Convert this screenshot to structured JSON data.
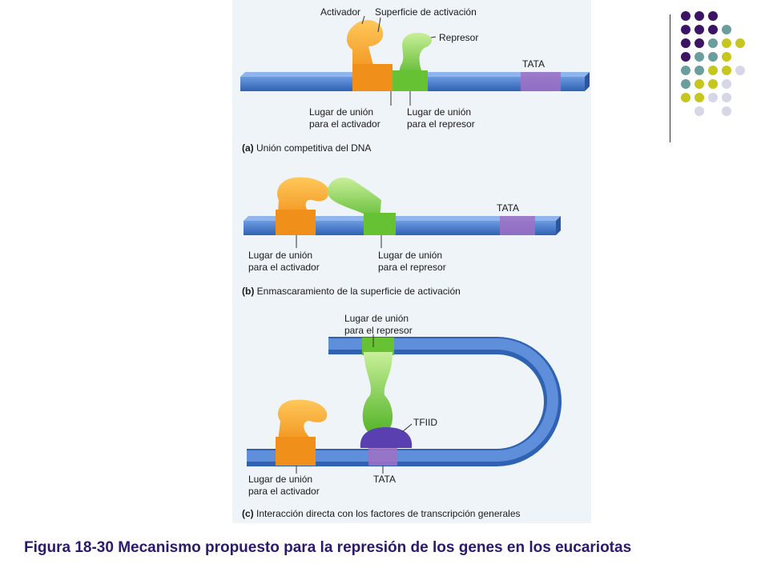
{
  "slide": {
    "caption": "Figura 18-30 Mecanismo propuesto para la represión de los genes en los eucariotas"
  },
  "panel_a": {
    "label_activator": "Activador",
    "label_activation_surface": "Superficie de activación",
    "label_repressor": "Represor",
    "label_tata": "TATA",
    "site_activator_1": "Lugar de unión",
    "site_activator_2": "para el activador",
    "site_repressor_1": "Lugar de unión",
    "site_repressor_2": "para el represor",
    "caption_letter": "(a)",
    "caption_text": " Unión competitiva del DNA"
  },
  "panel_b": {
    "label_tata": "TATA",
    "site_activator_1": "Lugar de unión",
    "site_activator_2": "para el activador",
    "site_repressor_1": "Lugar de unión",
    "site_repressor_2": "para el represor",
    "caption_letter": "(b)",
    "caption_text": " Enmascaramiento de la superficie de activación"
  },
  "panel_c": {
    "site_repressor_1": "Lugar de unión",
    "site_repressor_2": "para el represor",
    "label_tfiid": "TFIID",
    "site_activator_1": "Lugar de unión",
    "site_activator_2": "para el activador",
    "label_tata": "TATA",
    "caption_letter": "(c)",
    "caption_text": " Interacción directa con los factores de transcripción generales"
  },
  "colors": {
    "dna": "#4a7fd0",
    "dna_dark": "#2f5fae",
    "activator": "#f5a623",
    "activator_dark": "#e07e12",
    "repressor": "#7ccd3a",
    "repressor_dark": "#4f9e22",
    "tata": "#9a6bc9",
    "tfiid": "#5a3fb0",
    "caption": "#2b1a6b"
  },
  "decor_dots": [
    [
      "#3b1466",
      "#3b1466",
      "#3b1466",
      ""
    ],
    [
      "#3b1466",
      "#3b1466",
      "#3b1466",
      "#6a9e9e"
    ],
    [
      "#3b1466",
      "#3b1466",
      "#6a9e9e",
      "#c6c61e",
      "#c6c61e"
    ],
    [
      "#3b1466",
      "#6a9e9e",
      "#6a9e9e",
      "#c6c61e"
    ],
    [
      "#6a9e9e",
      "#6a9e9e",
      "#c6c61e",
      "#c6c61e",
      "#d6d6e6"
    ],
    [
      "#6a9e9e",
      "#c6c61e",
      "#c6c61e",
      "#d6d6e6"
    ],
    [
      "#c6c61e",
      "#c6c61e",
      "#d6d6e6",
      "#d6d6e6"
    ],
    [
      "",
      "#d6d6e6",
      "",
      "#d6d6e6"
    ]
  ]
}
